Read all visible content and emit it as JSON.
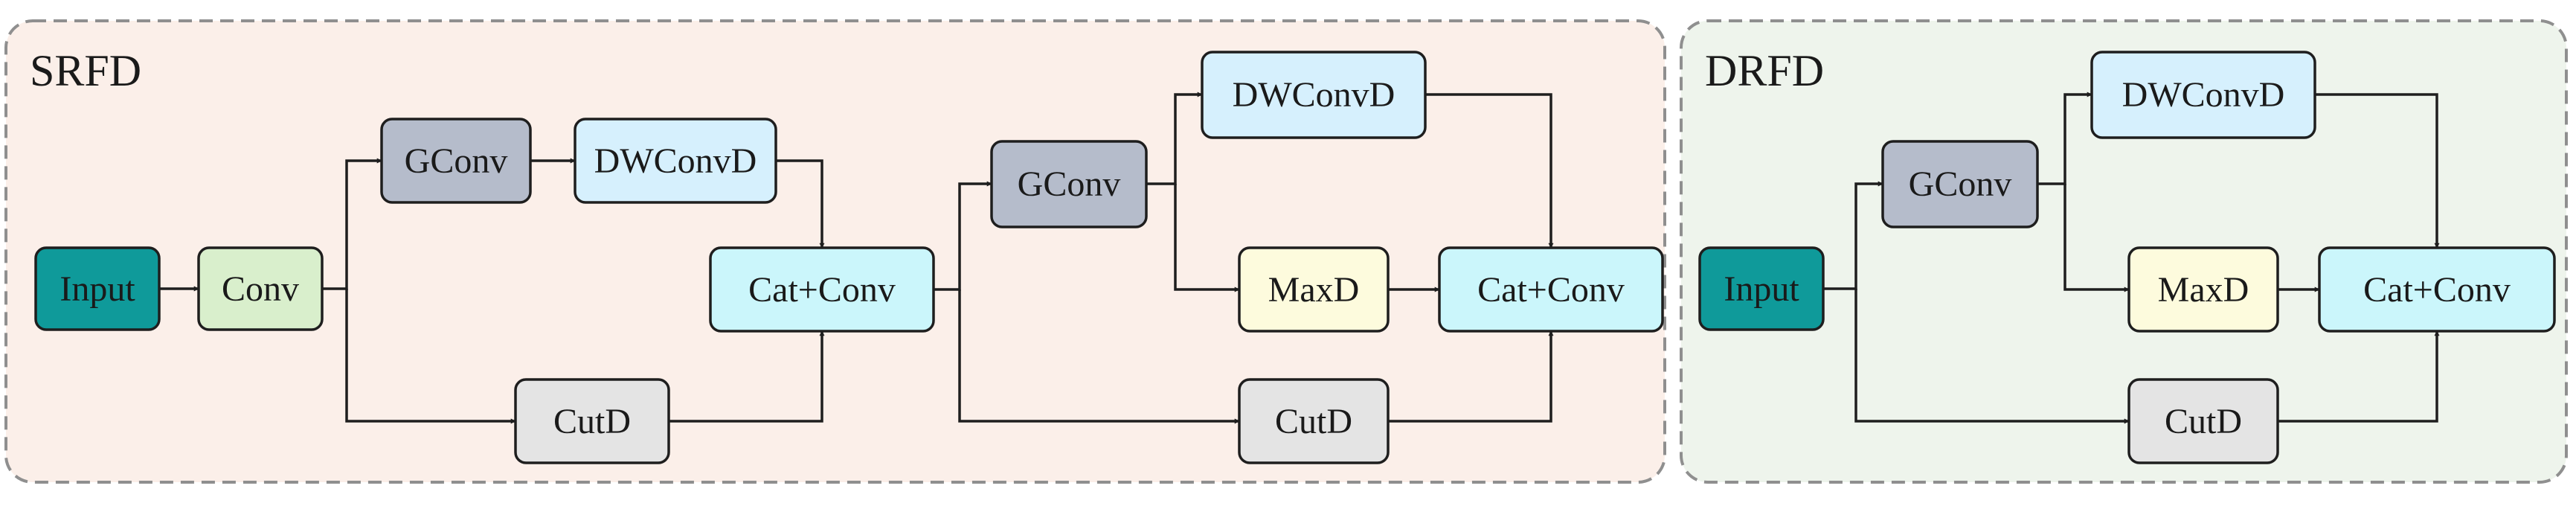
{
  "panels": {
    "srfd": {
      "title": "SRFD",
      "fill": "#fbefe9"
    },
    "drfd": {
      "title": "DRFD",
      "fill": "#eef4ec"
    }
  },
  "colors": {
    "input": "#0f9a9a",
    "conv": "#d9efcc",
    "gconv": "#b5bccb",
    "dwconvd": "#d6f0fd",
    "cat": "#cbf6fb",
    "maxd": "#fdfbdd",
    "cutd": "#e4e4e4"
  },
  "nodes": {
    "s_input": {
      "label": "Input",
      "kind": "input"
    },
    "s_conv": {
      "label": "Conv",
      "kind": "conv"
    },
    "s_gconv1": {
      "label": "GConv",
      "kind": "gconv"
    },
    "s_dwconvd1": {
      "label": "DWConvD",
      "kind": "dwconvd"
    },
    "s_cutd1": {
      "label": "CutD",
      "kind": "cutd"
    },
    "s_cat1": {
      "label": "Cat+Conv",
      "kind": "cat"
    },
    "s_gconv2": {
      "label": "GConv",
      "kind": "gconv"
    },
    "s_dwconvd2": {
      "label": "DWConvD",
      "kind": "dwconvd"
    },
    "s_maxd": {
      "label": "MaxD",
      "kind": "maxd"
    },
    "s_cutd2": {
      "label": "CutD",
      "kind": "cutd"
    },
    "s_cat2": {
      "label": "Cat+Conv",
      "kind": "cat"
    },
    "d_input": {
      "label": "Input",
      "kind": "input"
    },
    "d_gconv": {
      "label": "GConv",
      "kind": "gconv"
    },
    "d_dwconvd": {
      "label": "DWConvD",
      "kind": "dwconvd"
    },
    "d_maxd": {
      "label": "MaxD",
      "kind": "maxd"
    },
    "d_cutd": {
      "label": "CutD",
      "kind": "cutd"
    },
    "d_cat": {
      "label": "Cat+Conv",
      "kind": "cat"
    }
  },
  "edges": [
    {
      "from": "s_input",
      "to": "s_conv"
    },
    {
      "from": "s_conv",
      "to": "s_gconv1"
    },
    {
      "from": "s_conv",
      "to": "s_cutd1"
    },
    {
      "from": "s_gconv1",
      "to": "s_dwconvd1"
    },
    {
      "from": "s_dwconvd1",
      "to": "s_cat1"
    },
    {
      "from": "s_cutd1",
      "to": "s_cat1"
    },
    {
      "from": "s_cat1",
      "to": "s_gconv2"
    },
    {
      "from": "s_cat1",
      "to": "s_cutd2"
    },
    {
      "from": "s_gconv2",
      "to": "s_dwconvd2"
    },
    {
      "from": "s_gconv2",
      "to": "s_maxd"
    },
    {
      "from": "s_dwconvd2",
      "to": "s_cat2"
    },
    {
      "from": "s_maxd",
      "to": "s_cat2"
    },
    {
      "from": "s_cutd2",
      "to": "s_cat2"
    },
    {
      "from": "d_input",
      "to": "d_gconv"
    },
    {
      "from": "d_input",
      "to": "d_cutd"
    },
    {
      "from": "d_gconv",
      "to": "d_dwconvd"
    },
    {
      "from": "d_gconv",
      "to": "d_maxd"
    },
    {
      "from": "d_dwconvd",
      "to": "d_cat"
    },
    {
      "from": "d_maxd",
      "to": "d_cat"
    },
    {
      "from": "d_cutd",
      "to": "d_cat"
    }
  ]
}
